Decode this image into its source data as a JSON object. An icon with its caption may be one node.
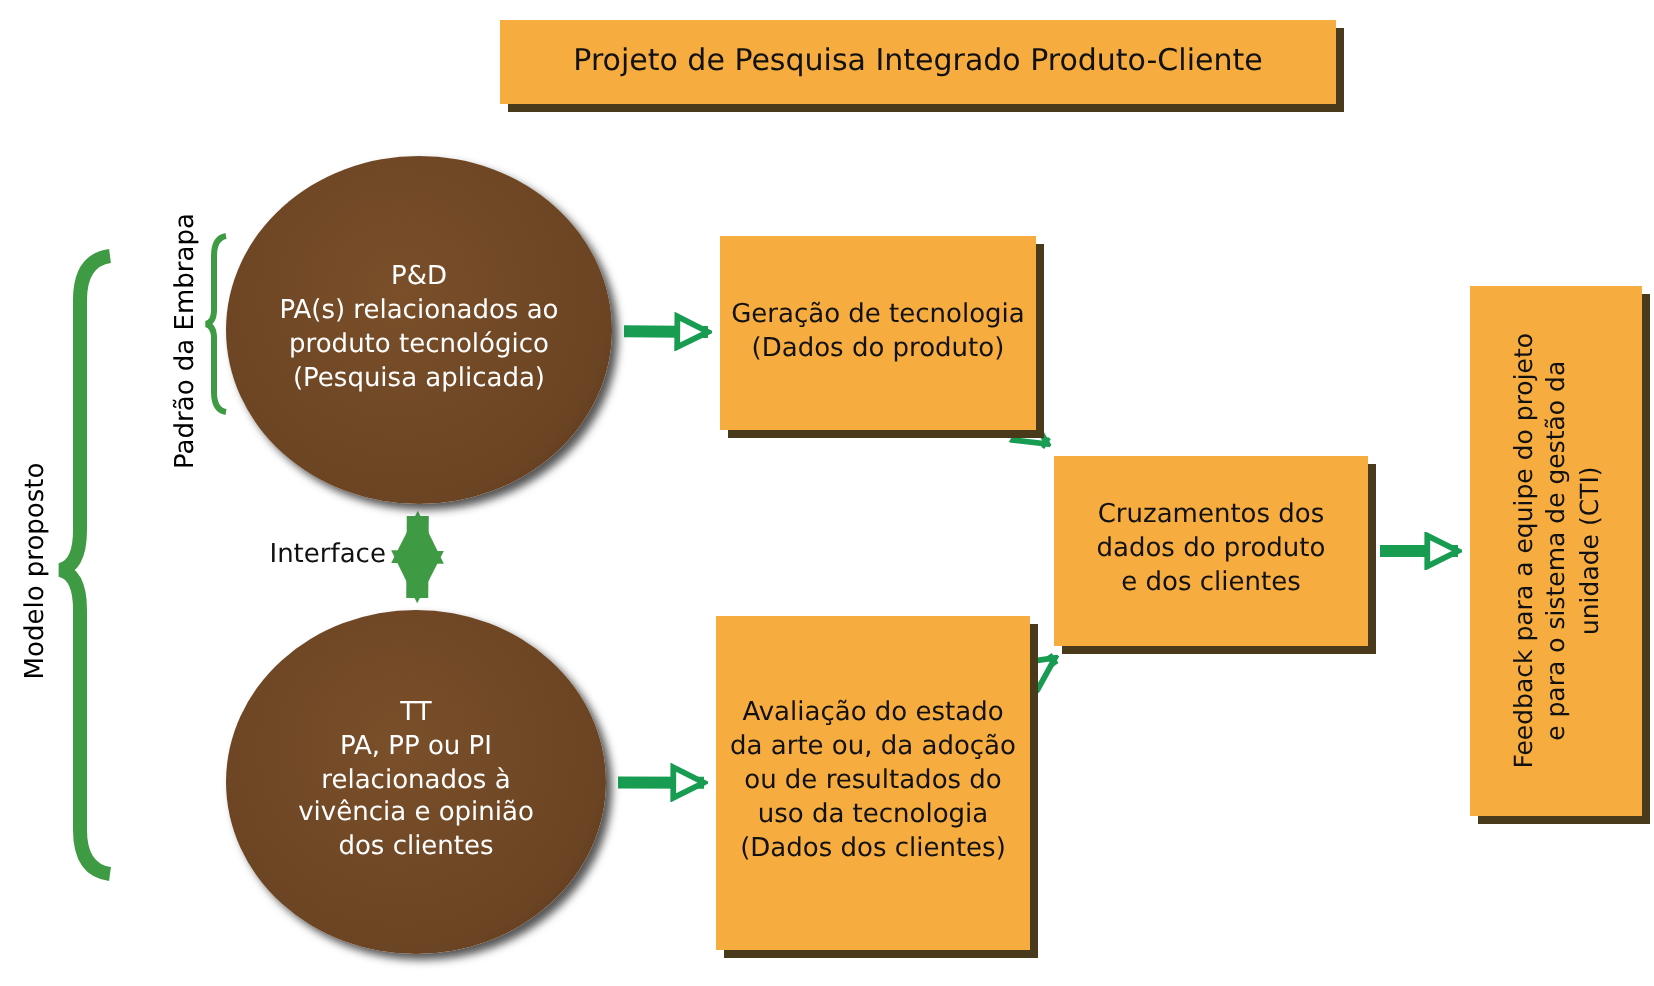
{
  "diagram": {
    "title": "Projeto de Pesquisa Integrado Produto-Cliente",
    "nodes": [
      {
        "text": [
          "P&D",
          "PA(s) relacionados ao produto tecnológico (Pesquisa aplicada)"
        ]
      },
      {
        "text": [
          "Geração de tecnologia (Dados do produto)"
        ]
      },
      {
        "text": [
          "TT",
          "PA, PP ou PI relacionados à vivência e opinião dos clientes"
        ]
      },
      {
        "text": [
          "Avaliação do estado da arte ou, da adoção ou de resultados do uso da tecnologia (Dados dos clientes)"
        ]
      },
      {
        "text": [
          "Cruzamentos dos dados do produto e dos clientes"
        ]
      },
      {
        "text": [
          "Feedback para a equipe do projeto e para o sistema de gestão da unidade (CTI)"
        ]
      }
    ],
    "edges": [
      {
        "from": 0,
        "to": 1,
        "arrow": "to"
      },
      {
        "from": 0,
        "to": 2,
        "arrow": "both",
        "label": "Interface",
        "style": "thick",
        "color": "#3f9a44"
      },
      {
        "from": 2,
        "to": 3,
        "arrow": "to"
      },
      {
        "from": 1,
        "to": 4,
        "arrow": "to"
      },
      {
        "from": 3,
        "to": 4,
        "arrow": "to"
      },
      {
        "from": 4,
        "to": 5,
        "arrow": "to"
      }
    ],
    "labels": [
      "Modelo proposto",
      "Padrão da Embrapa"
    ]
  }
}
